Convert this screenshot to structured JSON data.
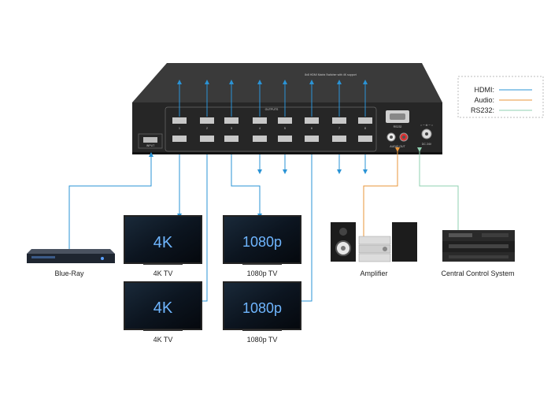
{
  "legend": {
    "items": [
      {
        "label": "HDMI:",
        "color": "#2a93d5"
      },
      {
        "label": "Audio:",
        "color": "#e8953a"
      },
      {
        "label": "RS232:",
        "color": "#8fd0b0"
      }
    ]
  },
  "device": {
    "top_text": "8x8 HDMI Matrix Switcher with 4K support",
    "outputs_label": "OUTPUTS",
    "input_label": "INPUT",
    "rs232_label": "RS232",
    "audio_out_label": "AUDIO OUT",
    "dc_label": "DC 24V",
    "output_numbers": [
      "1",
      "2",
      "3",
      "4",
      "5",
      "6",
      "7",
      "8"
    ]
  },
  "devices": {
    "bluray": "Blue-Ray",
    "tv1": {
      "screen": "4K",
      "caption": "4K TV"
    },
    "tv2": {
      "screen": "1080p",
      "caption": "1080p TV"
    },
    "tv3": {
      "screen": "4K",
      "caption": "4K TV"
    },
    "tv4": {
      "screen": "1080p",
      "caption": "1080p TV"
    },
    "amplifier": "Amplifier",
    "central": "Central Control System"
  },
  "colors": {
    "hdmi": "#2a93d5",
    "audio": "#e8953a",
    "rs232": "#8fd0b0",
    "device_body": "#2b2b2b",
    "device_top": "#3a3a3a"
  }
}
